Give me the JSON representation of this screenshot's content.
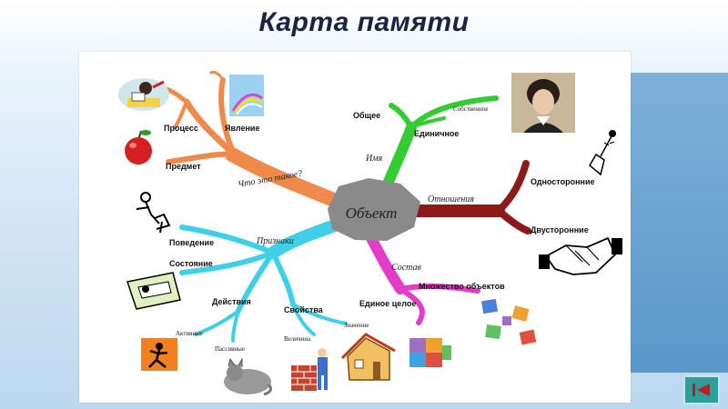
{
  "slide": {
    "title": "Карта памяти"
  },
  "map": {
    "center": "Объект",
    "branches": {
      "what": "Что это такое?",
      "name": "Имя",
      "relations": "Отношения",
      "signs": "Признаки",
      "composition": "Состав"
    },
    "leaves": {
      "process": "Процесс",
      "phenomenon": "Явление",
      "subject": "Предмет",
      "general": "Общее",
      "own": "Собственное",
      "single": "Единичное",
      "one_sided": "Односторонние",
      "two_sided": "Двусторонние",
      "behavior": "Поведение",
      "state": "Состояние",
      "actions": "Действия",
      "active": "Активные",
      "passive": "Пассивные",
      "properties": "Свойства",
      "magnitude": "Величина",
      "value": "Значение",
      "whole": "Единое целое",
      "set": "Множество объектов"
    }
  },
  "colors": {
    "orange": "#f08a4b",
    "green": "#33cc33",
    "darkred": "#8b1a1a",
    "cyan": "#3fd0e8",
    "magenta": "#e23cc8",
    "center": "#8a8a8a"
  },
  "nav": {
    "icon": "first-slide-icon"
  }
}
